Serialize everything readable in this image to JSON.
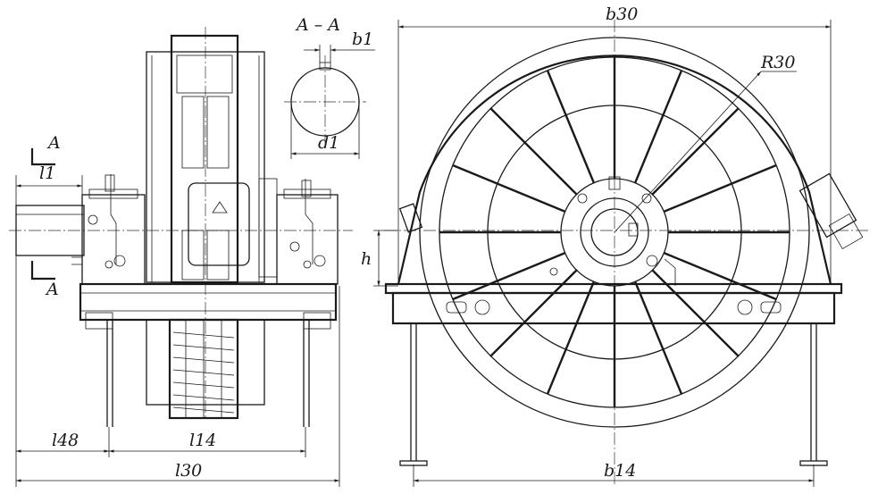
{
  "labels": {
    "b30": "b30",
    "R30": "R30",
    "section": "A – A",
    "b1": "b1",
    "d1": "d1",
    "A_top": "A",
    "A_bottom": "A",
    "l1": "l1",
    "h": "h",
    "l48": "l48",
    "l14": "l14",
    "l30": "l30",
    "b14": "b14"
  },
  "colors": {
    "line": "#1a1a1a",
    "hatch": "#555555",
    "paper": "#ffffff"
  }
}
